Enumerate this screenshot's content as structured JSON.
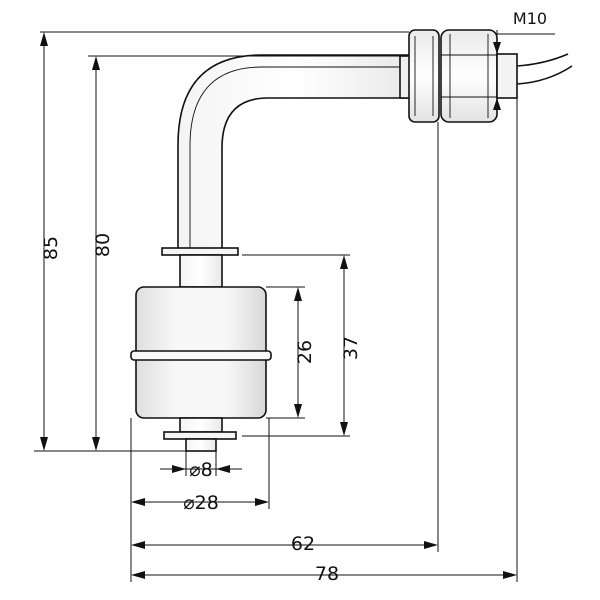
{
  "dimensions": {
    "overall_height": "85",
    "stem_height": "80",
    "float_height_outer": "37",
    "float_height_inner": "26",
    "stem_diameter": "⌀8",
    "float_diameter": "⌀28",
    "width_to_nut": "62",
    "overall_width": "78",
    "thread_size": "M10"
  }
}
